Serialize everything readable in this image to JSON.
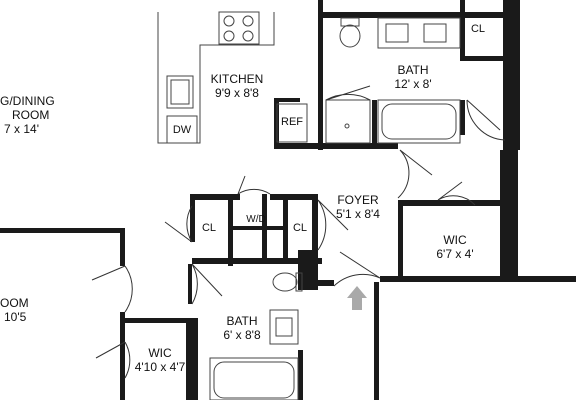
{
  "colors": {
    "wall": "#1a1a1a",
    "fixture": "#444444",
    "entry_arrow": "#a9a9a9",
    "background": "#ffffff"
  },
  "rooms": {
    "living_dining": {
      "line1": "G/DINING",
      "line2": "ROOM",
      "line3": "7 x 14'"
    },
    "kitchen": {
      "name": "KITCHEN",
      "dims": "9'9 x 8'8"
    },
    "bath_main": {
      "name": "BATH",
      "dims": "12' x 8'"
    },
    "foyer": {
      "name": "FOYER",
      "dims": "5'1 x 8'4"
    },
    "wic_right": {
      "name": "WIC",
      "dims": "6'7 x 4'"
    },
    "bedroom": {
      "line1": "OOM",
      "line2": "10'5"
    },
    "bath_small": {
      "name": "BATH",
      "dims": "6' x 8'8"
    },
    "wic_left": {
      "name": "WIC",
      "dims": "4'10 x 4'7"
    }
  },
  "fixtures": {
    "dishwasher": "DW",
    "refrigerator": "REF",
    "closet_top": "CL",
    "closet_left": "CL",
    "closet_right": "CL",
    "washer_dryer": "W/D"
  },
  "icons": {
    "entry": "entry-arrow-icon"
  }
}
